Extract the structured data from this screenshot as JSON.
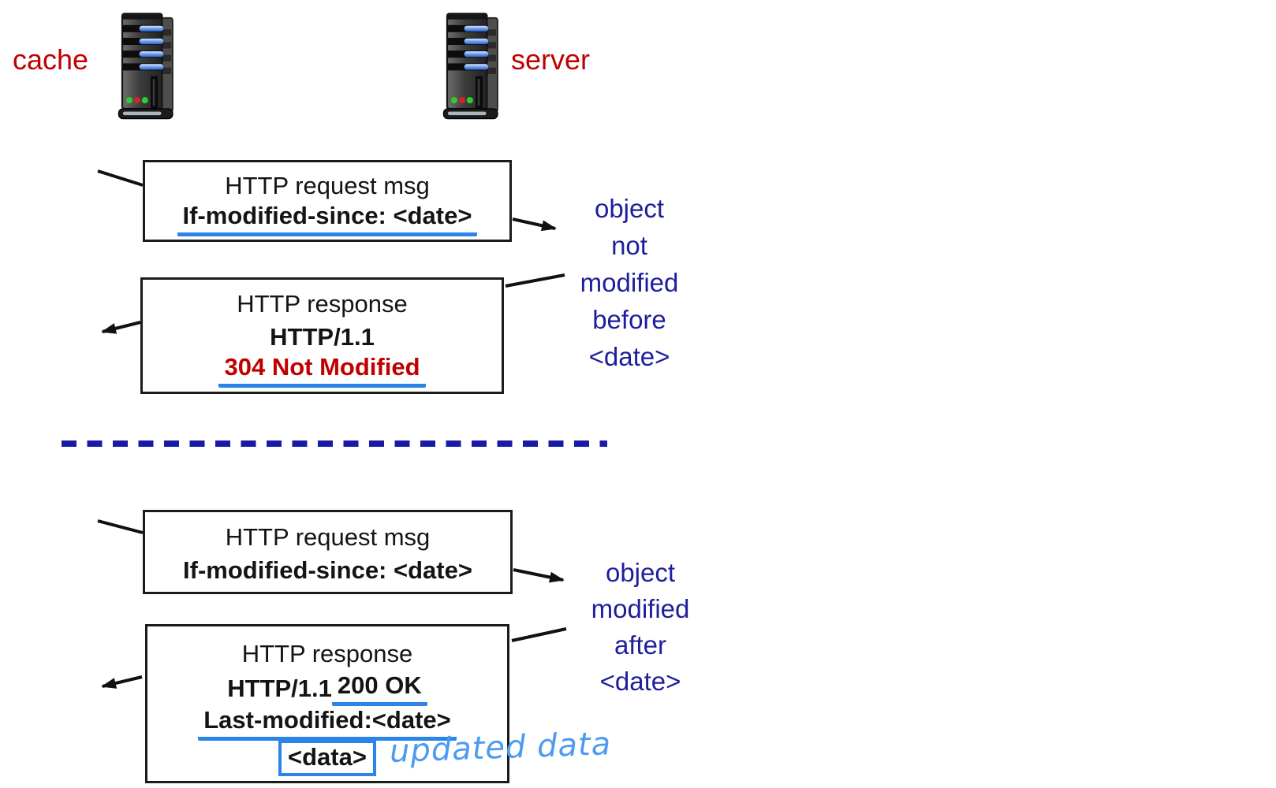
{
  "labels": {
    "cache": "cache",
    "server": "server"
  },
  "scenario1": {
    "request_box": {
      "title": "HTTP request msg",
      "header": "If-modified-since: <date>"
    },
    "server_note_lines": [
      "object",
      "not",
      "modified",
      "before",
      "<date>"
    ],
    "response_box": {
      "title": "HTTP response",
      "version": "HTTP/1.1",
      "status": "304 Not Modified"
    }
  },
  "scenario2": {
    "request_box": {
      "title": "HTTP request msg",
      "header": "If-modified-since: <date>"
    },
    "server_note_lines": [
      "object",
      "modified",
      "after",
      "<date>"
    ],
    "response_box": {
      "title": "HTTP response",
      "version_prefix": "HTTP/1.1 ",
      "status": "200 OK",
      "last_modified": "Last-modified:<date>",
      "data_token": "<data>",
      "annotation": "updated data"
    }
  },
  "colors": {
    "host_label_red": "#c00000",
    "status_red": "#c00000",
    "note_navy": "#1e1e9c",
    "divider_navy": "#1a1aa8",
    "ink_underline_blue": "#2b84e8",
    "handwriting_blue": "#4d9bf0"
  }
}
